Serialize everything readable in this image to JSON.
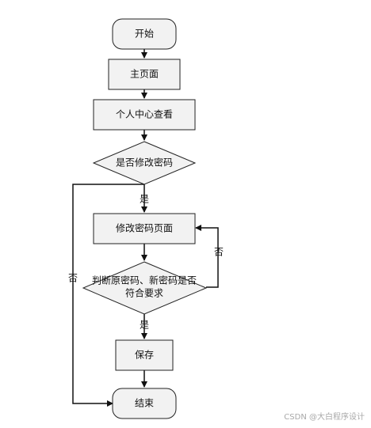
{
  "diagram": {
    "nodes": {
      "start": "开始",
      "home": "主页面",
      "profile": "个人中心查看",
      "decision_change": "是否修改密码",
      "change_page": "修改密码页面",
      "decision_valid_line1": "判断原密码、新密码是否",
      "decision_valid_line2": "符合要求",
      "save": "保存",
      "end": "结束"
    },
    "edge_labels": {
      "yes_1": "是",
      "no_1": "否",
      "no_2": "否",
      "yes_2": "是"
    }
  },
  "colors": {
    "node_fill": "#f2f2f2",
    "node_stroke": "#222222",
    "arrow": "#111111",
    "watermark": "#a8a8a8"
  },
  "watermark": "CSDN @大白程序设计"
}
